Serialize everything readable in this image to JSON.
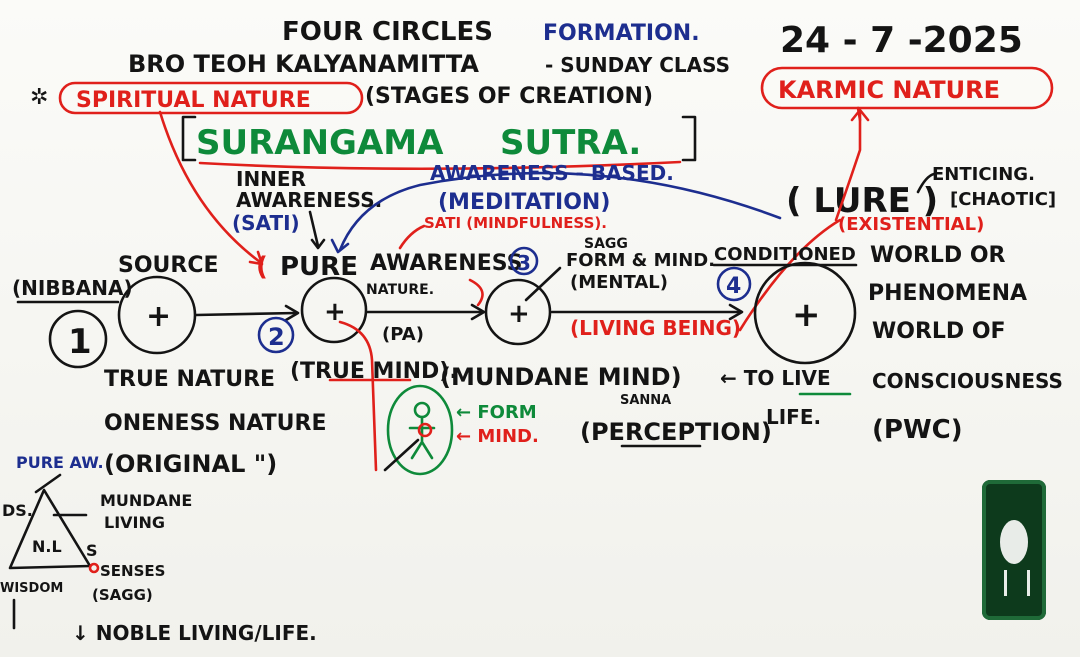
{
  "colors": {
    "black": "#141414",
    "red": "#e0201b",
    "blue": "#1d2e8f",
    "green": "#0e8a3a"
  },
  "header": {
    "title_a": "FOUR CIRCLES",
    "title_b": "FORMATION.",
    "date": "24 - 7 -2025",
    "teacher": "BRO TEOH KALYANAMITTA",
    "class_note": "- SUNDAY CLASS",
    "spiritual": "SPIRITUAL NATURE",
    "stages": "(STAGES OF CREATION)",
    "karmic": "KARMIC NATURE",
    "sutra_a": "SURANGAMA",
    "sutra_b": "SUTRA."
  },
  "awareness": {
    "inner": "INNER",
    "inner2": "AWARENESS.",
    "based": "AWARENESS - BASED.",
    "meditation": "(MEDITATION)",
    "sati": "(SATI)",
    "sati_mind": "SATI (MINDFULNESS)."
  },
  "circles": {
    "c1": {
      "num": "1",
      "label": "(NIBBANA)",
      "sym": "+"
    },
    "source": "SOURCE",
    "c2": {
      "num": "2",
      "label": "PURE",
      "sym": "+"
    },
    "c3": {
      "num": "3",
      "label": "AWARENESS",
      "sym": "+"
    },
    "c4": {
      "num": "4",
      "sym": "+"
    }
  },
  "middle": {
    "nature": "NATURE.",
    "pa": "(PA)",
    "sagg": "SAGG",
    "form_mind": "FORM & MIND.",
    "mental": "(MENTAL)",
    "living_being": "(LIVING BEING)",
    "conditioned": "CONDITIONED",
    "world_or": "WORLD OR",
    "phenomena": "PHENOMENA",
    "world_of": "WORLD OF",
    "consciousness": "CONSCIOUSNESS",
    "pwc": "(PWC)"
  },
  "lure": {
    "lure": "( LURE )",
    "enticing": "ENTICING.",
    "chaotic": "[CHAOTIC]",
    "existential": "(EXISTENTIAL)"
  },
  "lower": {
    "true_nature": "TRUE NATURE",
    "true_mind": "(TRUE MIND).",
    "oneness": "ONENESS NATURE",
    "original": "(ORIGINAL \")",
    "mundane_mind": "(MUNDANE MIND)",
    "sanna": "SANNA",
    "to_live": "← TO LIVE",
    "life": "LIFE.",
    "form": "← FORM",
    "mind": "← MIND.",
    "perception": "(PERCEPTION)"
  },
  "triangle": {
    "pure_aw": "PURE AW.",
    "ds": "DS.",
    "mundane": "MUNDANE",
    "living": "LIVING",
    "nl": "N.L",
    "s": "S",
    "senses": "SENSES",
    "sagg": "(SAGG)",
    "wisdom": "WISDOM",
    "noble_living": "↓ NOBLE LIVING/LIFE."
  }
}
